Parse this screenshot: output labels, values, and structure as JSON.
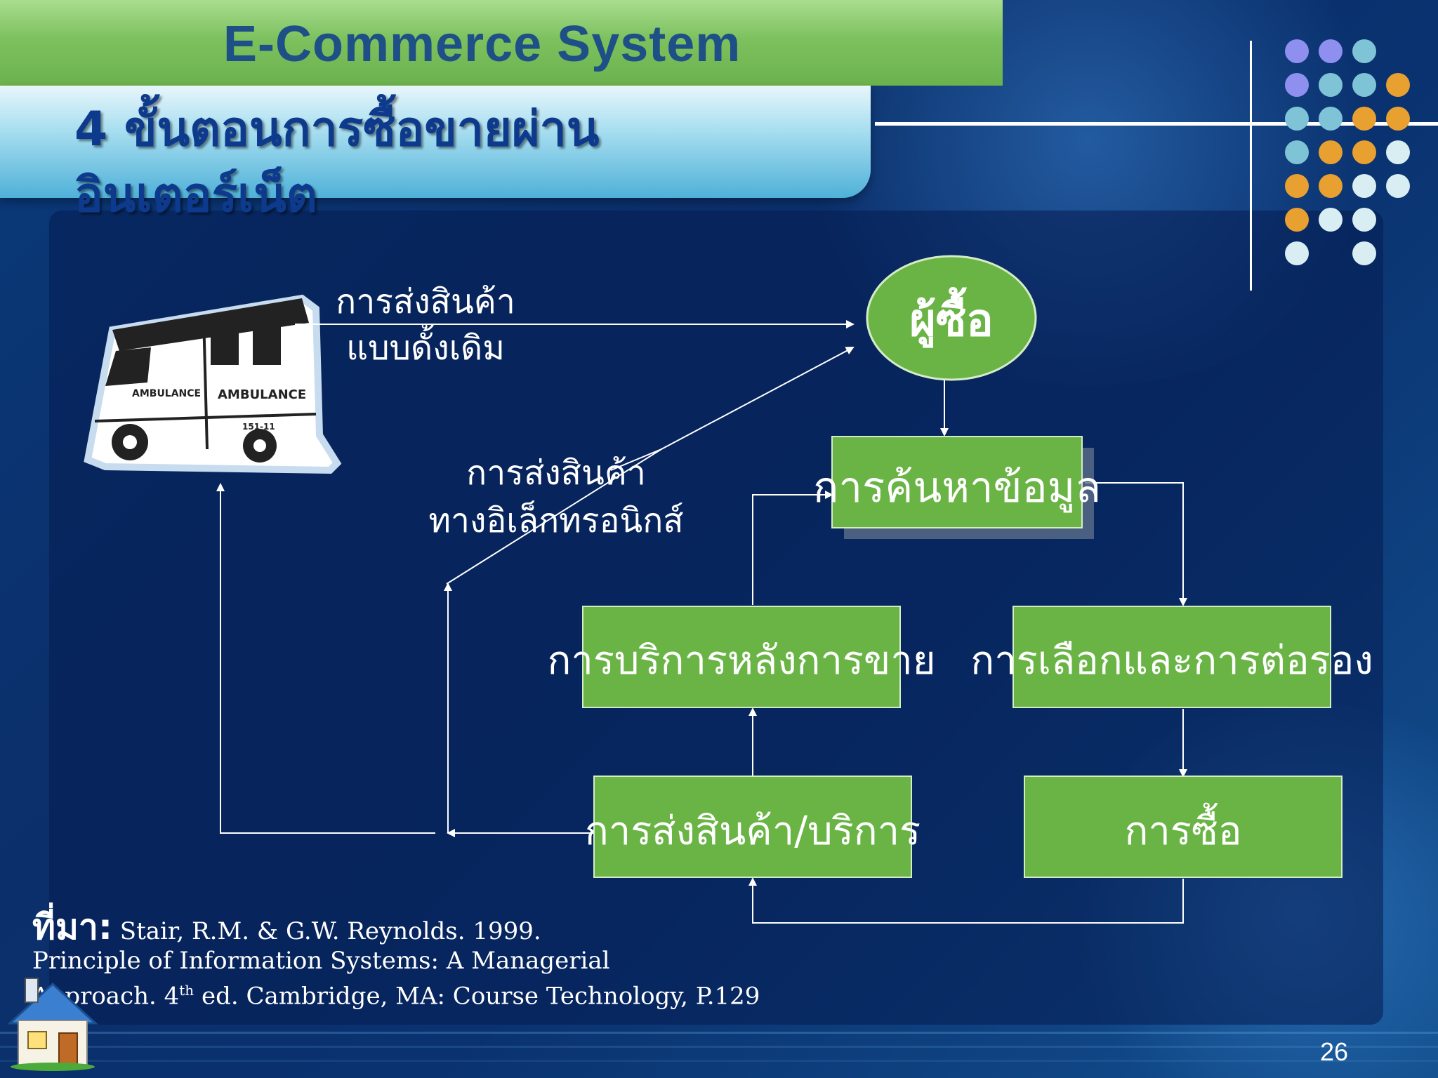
{
  "slide": {
    "title": "E-Commerce System",
    "subtitle": "4 ขั้นตอนการซื้อขายผ่านอินเตอร์เน็ต",
    "page_number": "26"
  },
  "diagram": {
    "nodes": {
      "buyer": "ผู้ซื้อ",
      "search": "การค้นหาข้อมูล",
      "after_sales": "การบริการหลังการขาย",
      "select_negotiate": "การเลือกและการต่อรอง",
      "delivery": "การส่งสินค้า/บริการ",
      "purchase": "การซื้อ"
    },
    "labels": {
      "traditional_line1": "การส่งสินค้า",
      "traditional_line2": "แบบดั้งเดิม",
      "electronic_line1": "การส่งสินค้า",
      "electronic_line2": "ทางอิเล็กทรอนิกส์"
    },
    "van_text": [
      "AMBULANCE",
      "AMBULANCE",
      "151-11"
    ],
    "colors": {
      "node_fill": "#6ab446",
      "node_border": "#cfe9c0",
      "arrow": "#ffffff"
    }
  },
  "source": {
    "lead": "ที่มา:",
    "line1": " Stair, R.M. & G.W. Reynolds. 1999.",
    "line2": "Principle of Information Systems: A Managerial",
    "line3_pre": "Approach. 4",
    "line3_sup": "th",
    "line3_post": " ed. Cambridge,  MA: Course Technology, P.129"
  },
  "decor": {
    "dot_colors": [
      "#8f8ff0",
      "#7fc4d6",
      "#e8a030",
      "#d8eef2"
    ],
    "icons": [
      "ambulance-van-clipart",
      "house-icon"
    ]
  }
}
